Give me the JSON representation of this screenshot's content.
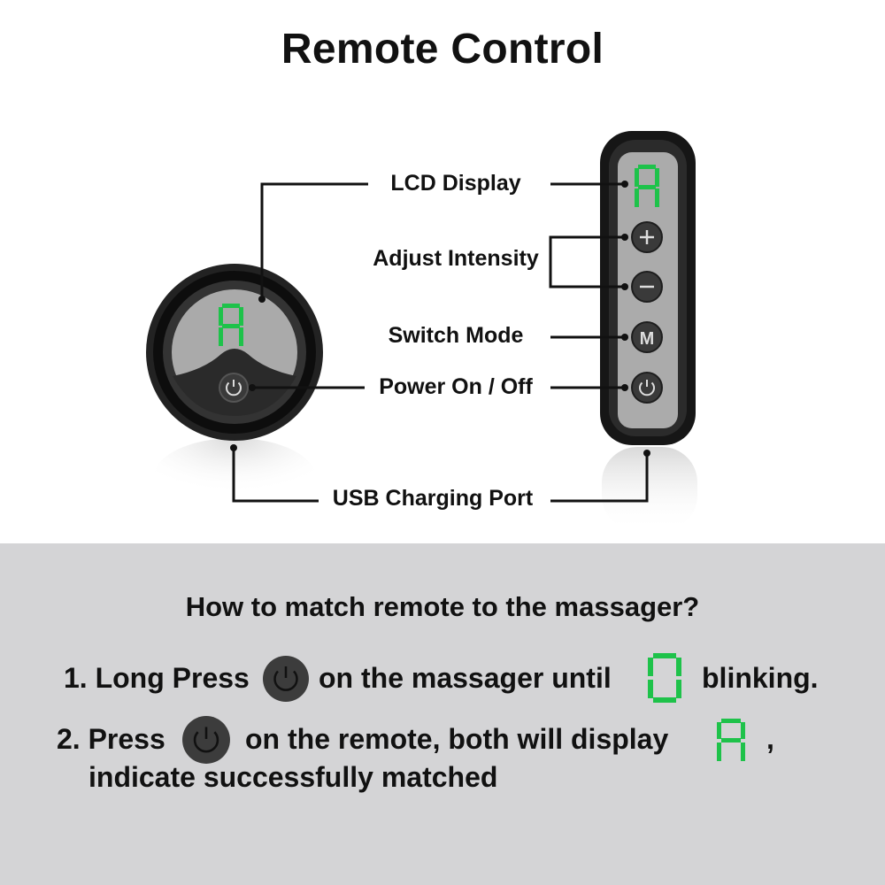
{
  "title": "Remote Control",
  "labels": {
    "lcd": "LCD Display",
    "intensity": "Adjust Intensity",
    "mode": "Switch Mode",
    "power": "Power On / Off",
    "usb": "USB Charging Port"
  },
  "display_chars": {
    "round_remote": "A",
    "bar_remote": "A"
  },
  "bar_buttons": [
    "plus-icon",
    "minus-icon",
    "M",
    "power-icon"
  ],
  "instructions": {
    "question": "How to match remote to the massager?",
    "step1": {
      "prefix": "1. Long Press",
      "middle": "on the massager until",
      "suffix": "blinking.",
      "display_char": "0"
    },
    "step2": {
      "prefix": "2. Press",
      "middle": "on the remote, both will display",
      "suffix": ",",
      "line2": "indicate successfully matched",
      "display_char": "A"
    }
  },
  "colors": {
    "lcd_green": "#1ec24a",
    "bottom_bg": "#d4d4d6",
    "device_black": "#111111",
    "lcd_gray": "#a9a9a9"
  }
}
